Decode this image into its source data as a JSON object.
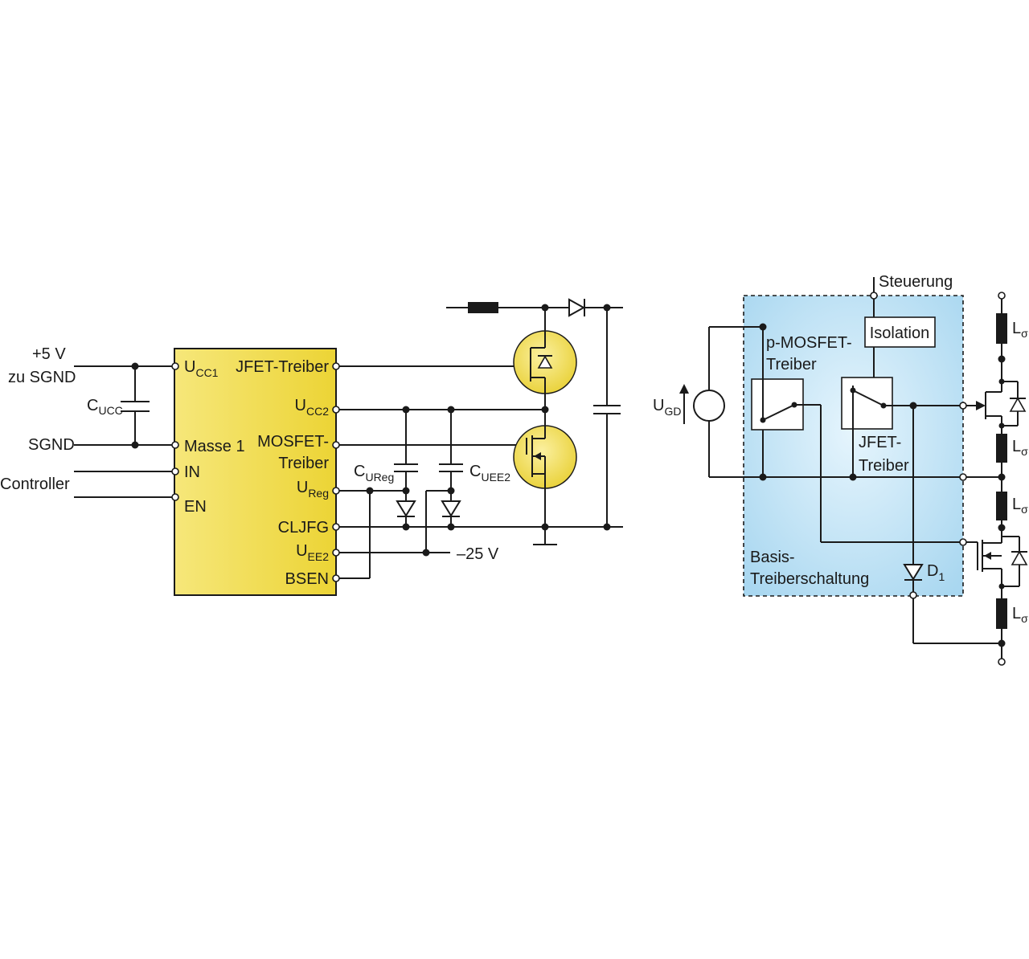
{
  "left_circuit": {
    "supply_label": "+5 V",
    "supply_ref": "zu SGND",
    "sgnd_label": "SGND",
    "controller_label": "Controller",
    "cap_ucc": {
      "main": "C",
      "sub": "UCC"
    },
    "pins_left": {
      "ucc1": {
        "main": "U",
        "sub": "CC1"
      },
      "masse": "Masse 1",
      "in": "IN",
      "en": "EN"
    },
    "pins_right": {
      "jfet": "JFET-Treiber",
      "ucc2": {
        "main": "U",
        "sub": "CC2"
      },
      "mosfet_1": "MOSFET-",
      "mosfet_2": "Treiber",
      "ureg": {
        "main": "U",
        "sub": "Reg"
      },
      "cljfg": "CLJFG",
      "uee2": {
        "main": "U",
        "sub": "EE2"
      },
      "bsen": "BSEN"
    },
    "cap_ureg": {
      "main": "C",
      "sub": "UReg"
    },
    "cap_uee2": {
      "main": "C",
      "sub": "UEE2"
    },
    "neg_voltage": "–25 V"
  },
  "right_circuit": {
    "steuerung": "Steuerung",
    "isolation": "Isolation",
    "ugd": {
      "main": "U",
      "sub": "GD"
    },
    "pmosfet_1": "p-MOSFET-",
    "pmosfet_2": "Treiber",
    "jfet_1": "JFET-",
    "jfet_2": "Treiber",
    "basis_1": "Basis-",
    "basis_2": "Treiberschaltung",
    "d1": {
      "main": "D",
      "sub": "1"
    },
    "l_sigma": {
      "main": "L",
      "sub": "σ"
    }
  },
  "colors": {
    "ic_fill": "#f2df4a",
    "transistor_fill": "#f5e565",
    "basis_fill": "#bfe2f5"
  }
}
